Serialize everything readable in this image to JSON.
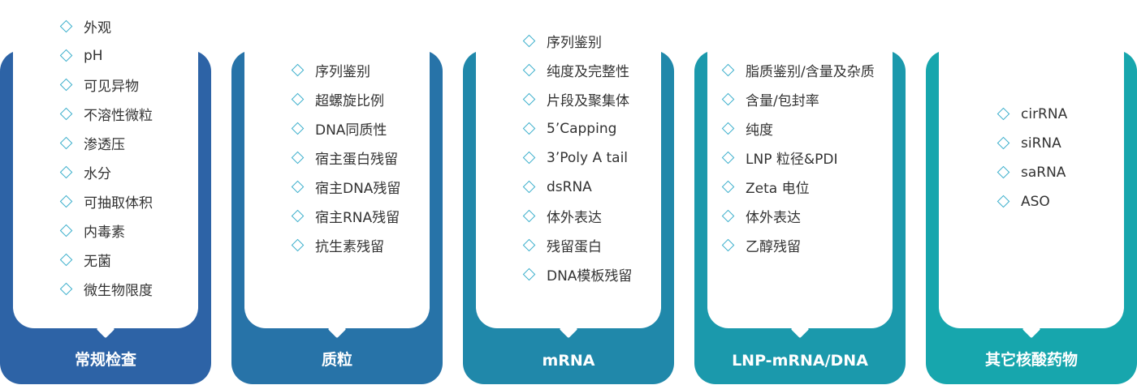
{
  "colors": {
    "card_1": "#2d63a6",
    "card_2": "#2773a8",
    "card_3": "#2088aa",
    "card_4": "#1b99ac",
    "card_5": "#17a6ad",
    "diamond": "#3aaecb",
    "item_text": "#333333"
  },
  "cards": [
    {
      "title": "常规检查",
      "items": [
        "外观",
        "pH",
        "可见异物",
        "不溶性微粒",
        "渗透压",
        "水分",
        "可抽取体积",
        "内毒素",
        "无菌",
        "微生物限度"
      ]
    },
    {
      "title": "质粒",
      "items": [
        "序列鉴别",
        "超螺旋比例",
        "DNA同质性",
        "宿主蛋白残留",
        "宿主DNA残留",
        "宿主RNA残留",
        "抗生素残留"
      ]
    },
    {
      "title": "mRNA",
      "items": [
        "序列鉴别",
        "纯度及完整性",
        "片段及聚集体",
        "5’Capping",
        "3’Poly A tail",
        "dsRNA",
        "体外表达",
        "残留蛋白",
        "DNA模板残留"
      ]
    },
    {
      "title": "LNP-mRNA/DNA",
      "items": [
        "脂质鉴别/含量及杂质",
        "含量/包封率",
        "纯度",
        "LNP 粒径&PDI",
        "Zeta 电位",
        "体外表达",
        "乙醇残留"
      ]
    },
    {
      "title": "其它核酸药物",
      "items": [
        "cirRNA",
        "siRNA",
        "saRNA",
        "ASO"
      ]
    }
  ]
}
